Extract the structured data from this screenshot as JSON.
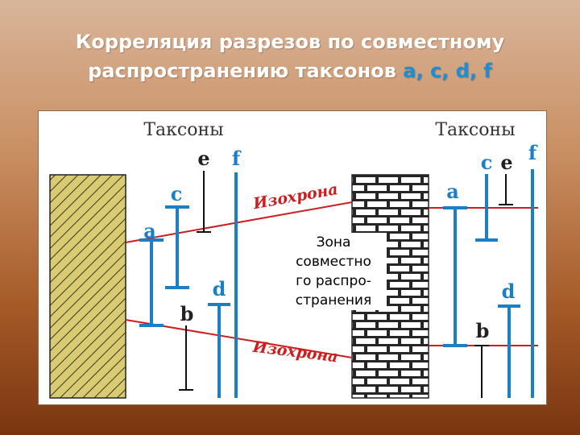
{
  "title": {
    "line1": "Корреляция разрезов по совместному",
    "line2_prefix": "распространению таксонов ",
    "taxa_list": "a, c, d, f"
  },
  "diagram": {
    "left_header": "Таксоны",
    "right_header": "Таксоны",
    "taxon_labels": {
      "a": "a",
      "b": "b",
      "c": "c",
      "d": "d",
      "e": "e",
      "f": "f"
    },
    "isochron_label": "Изохрона",
    "zone_lines": [
      "Зона",
      "совместно",
      "го распро-",
      "странения"
    ]
  },
  "colors": {
    "taxon_blue": "#1a7fc4",
    "isochron_red": "#cc1e1e",
    "left_column_fill": "#d8cb72",
    "title_text": "#ffffff",
    "title_highlight": "#1a8fd8"
  }
}
